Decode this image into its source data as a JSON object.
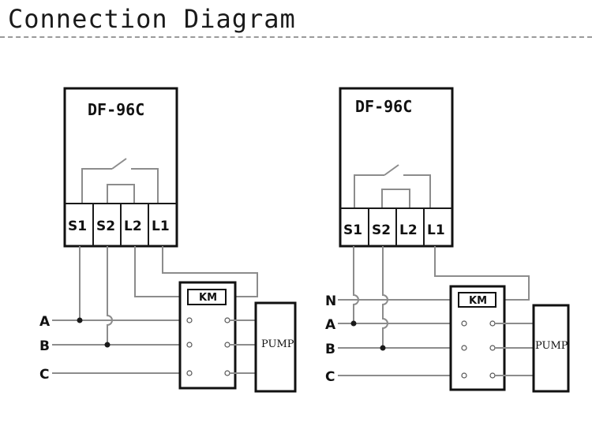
{
  "header": {
    "title": "Connection Diagram"
  },
  "diagrams": [
    {
      "model": "DF-96C",
      "terminals": [
        "S1",
        "S2",
        "L2",
        "L1"
      ],
      "contactor_label": "KM",
      "load_label": "PUMP",
      "lines": [
        "A",
        "B",
        "C"
      ]
    },
    {
      "model": "DF-96C",
      "terminals": [
        "S1",
        "S2",
        "L2",
        "L1"
      ],
      "contactor_label": "KM",
      "load_label": "PUMP",
      "lines": [
        "N",
        "A",
        "B",
        "C"
      ]
    }
  ],
  "colors": {
    "wire": "#8c8c8c",
    "outline": "#111111"
  }
}
